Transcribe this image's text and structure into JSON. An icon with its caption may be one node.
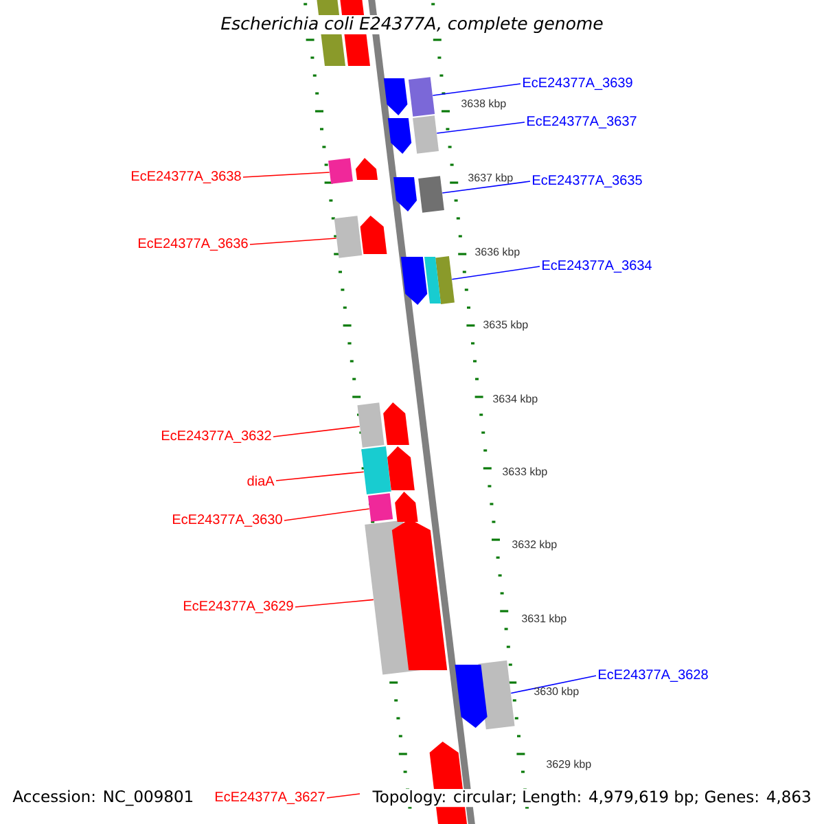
{
  "diagram": {
    "title": "Escherichia coli E24377A, complete genome",
    "nodes": [
      {
        "text": [
          "EcE24377A_3639"
        ]
      },
      {
        "text": [],
        "shape": "box"
      },
      {
        "text": [
          "EcE24377A_3637"
        ]
      },
      {
        "text": [],
        "shape": "box"
      },
      {
        "text": [
          "EcE24377A_3638"
        ]
      },
      {
        "text": [],
        "shape": "box"
      },
      {
        "text": [
          "EcE24377A_3635"
        ]
      },
      {
        "text": [],
        "shape": "box"
      },
      {
        "text": [
          "EcE24377A_3636"
        ]
      },
      {
        "text": [],
        "shape": "box"
      },
      {
        "text": [
          "EcE24377A_3634"
        ]
      },
      {
        "text": [],
        "shape": "box"
      },
      {
        "text": [
          "EcE24377A_3632"
        ]
      },
      {
        "text": [],
        "shape": "box"
      },
      {
        "text": [
          "diaA"
        ]
      },
      {
        "text": [],
        "shape": "box"
      },
      {
        "text": [
          "EcE24377A_3630"
        ]
      },
      {
        "text": [],
        "shape": "box"
      },
      {
        "text": [
          "EcE24377A_3629"
        ]
      },
      {
        "text": [],
        "shape": "box"
      },
      {
        "text": [
          "EcE24377A_3628"
        ]
      },
      {
        "text": [],
        "shape": "box"
      },
      {
        "text": [
          "EcE24377A_3627"
        ]
      },
      {
        "text": [],
        "shape": "box"
      },
      {
        "text": [],
        "shape": "box"
      },
      {
        "text": [],
        "shape": "box"
      },
      {
        "text": [],
        "shape": "box"
      },
      {
        "text": [],
        "shape": "box"
      },
      {
        "text": [],
        "shape": "box"
      },
      {
        "text": [],
        "shape": "box"
      },
      {
        "text": [],
        "shape": "box"
      },
      {
        "text": [],
        "shape": "box"
      },
      {
        "text": [],
        "shape": "box"
      },
      {
        "text": [],
        "shape": "box"
      },
      {
        "text": [],
        "shape": "box"
      },
      {
        "text": [],
        "shape": "box"
      },
      {
        "text": [],
        "shape": "box"
      },
      {
        "text": [],
        "shape": "box"
      }
    ],
    "edges": [
      {
        "from": 0,
        "to": 1,
        "arrow": "none",
        "color": "#0000ff"
      },
      {
        "from": 2,
        "to": 3,
        "arrow": "none",
        "color": "#0000ff"
      },
      {
        "from": 4,
        "to": 5,
        "arrow": "none"
      },
      {
        "from": 6,
        "to": 7,
        "arrow": "none",
        "color": "#0000ff"
      },
      {
        "from": 8,
        "to": 9,
        "arrow": "none"
      },
      {
        "from": 10,
        "to": 11,
        "arrow": "none",
        "color": "#0000ff"
      },
      {
        "from": 12,
        "to": 13,
        "arrow": "none"
      },
      {
        "from": 14,
        "to": 15,
        "arrow": "none"
      },
      {
        "from": 16,
        "to": 17,
        "arrow": "none"
      },
      {
        "from": 18,
        "to": 19,
        "arrow": "none"
      },
      {
        "from": 20,
        "to": 21,
        "arrow": "none",
        "color": "#0000ff"
      },
      {
        "from": 22,
        "to": null,
        "arrow": "none"
      }
    ],
    "labels": [
      "3638 kbp",
      "3637 kbp",
      "3636 kbp",
      "3635 kbp",
      "3634 kbp",
      "3633 kbp",
      "3632 kbp",
      "3631 kbp",
      "3630 kbp",
      "3629 kbp",
      "Accession: NC_009801",
      "Topology: circular; Length: 4,979,619 bp; Genes: 4,863"
    ]
  }
}
